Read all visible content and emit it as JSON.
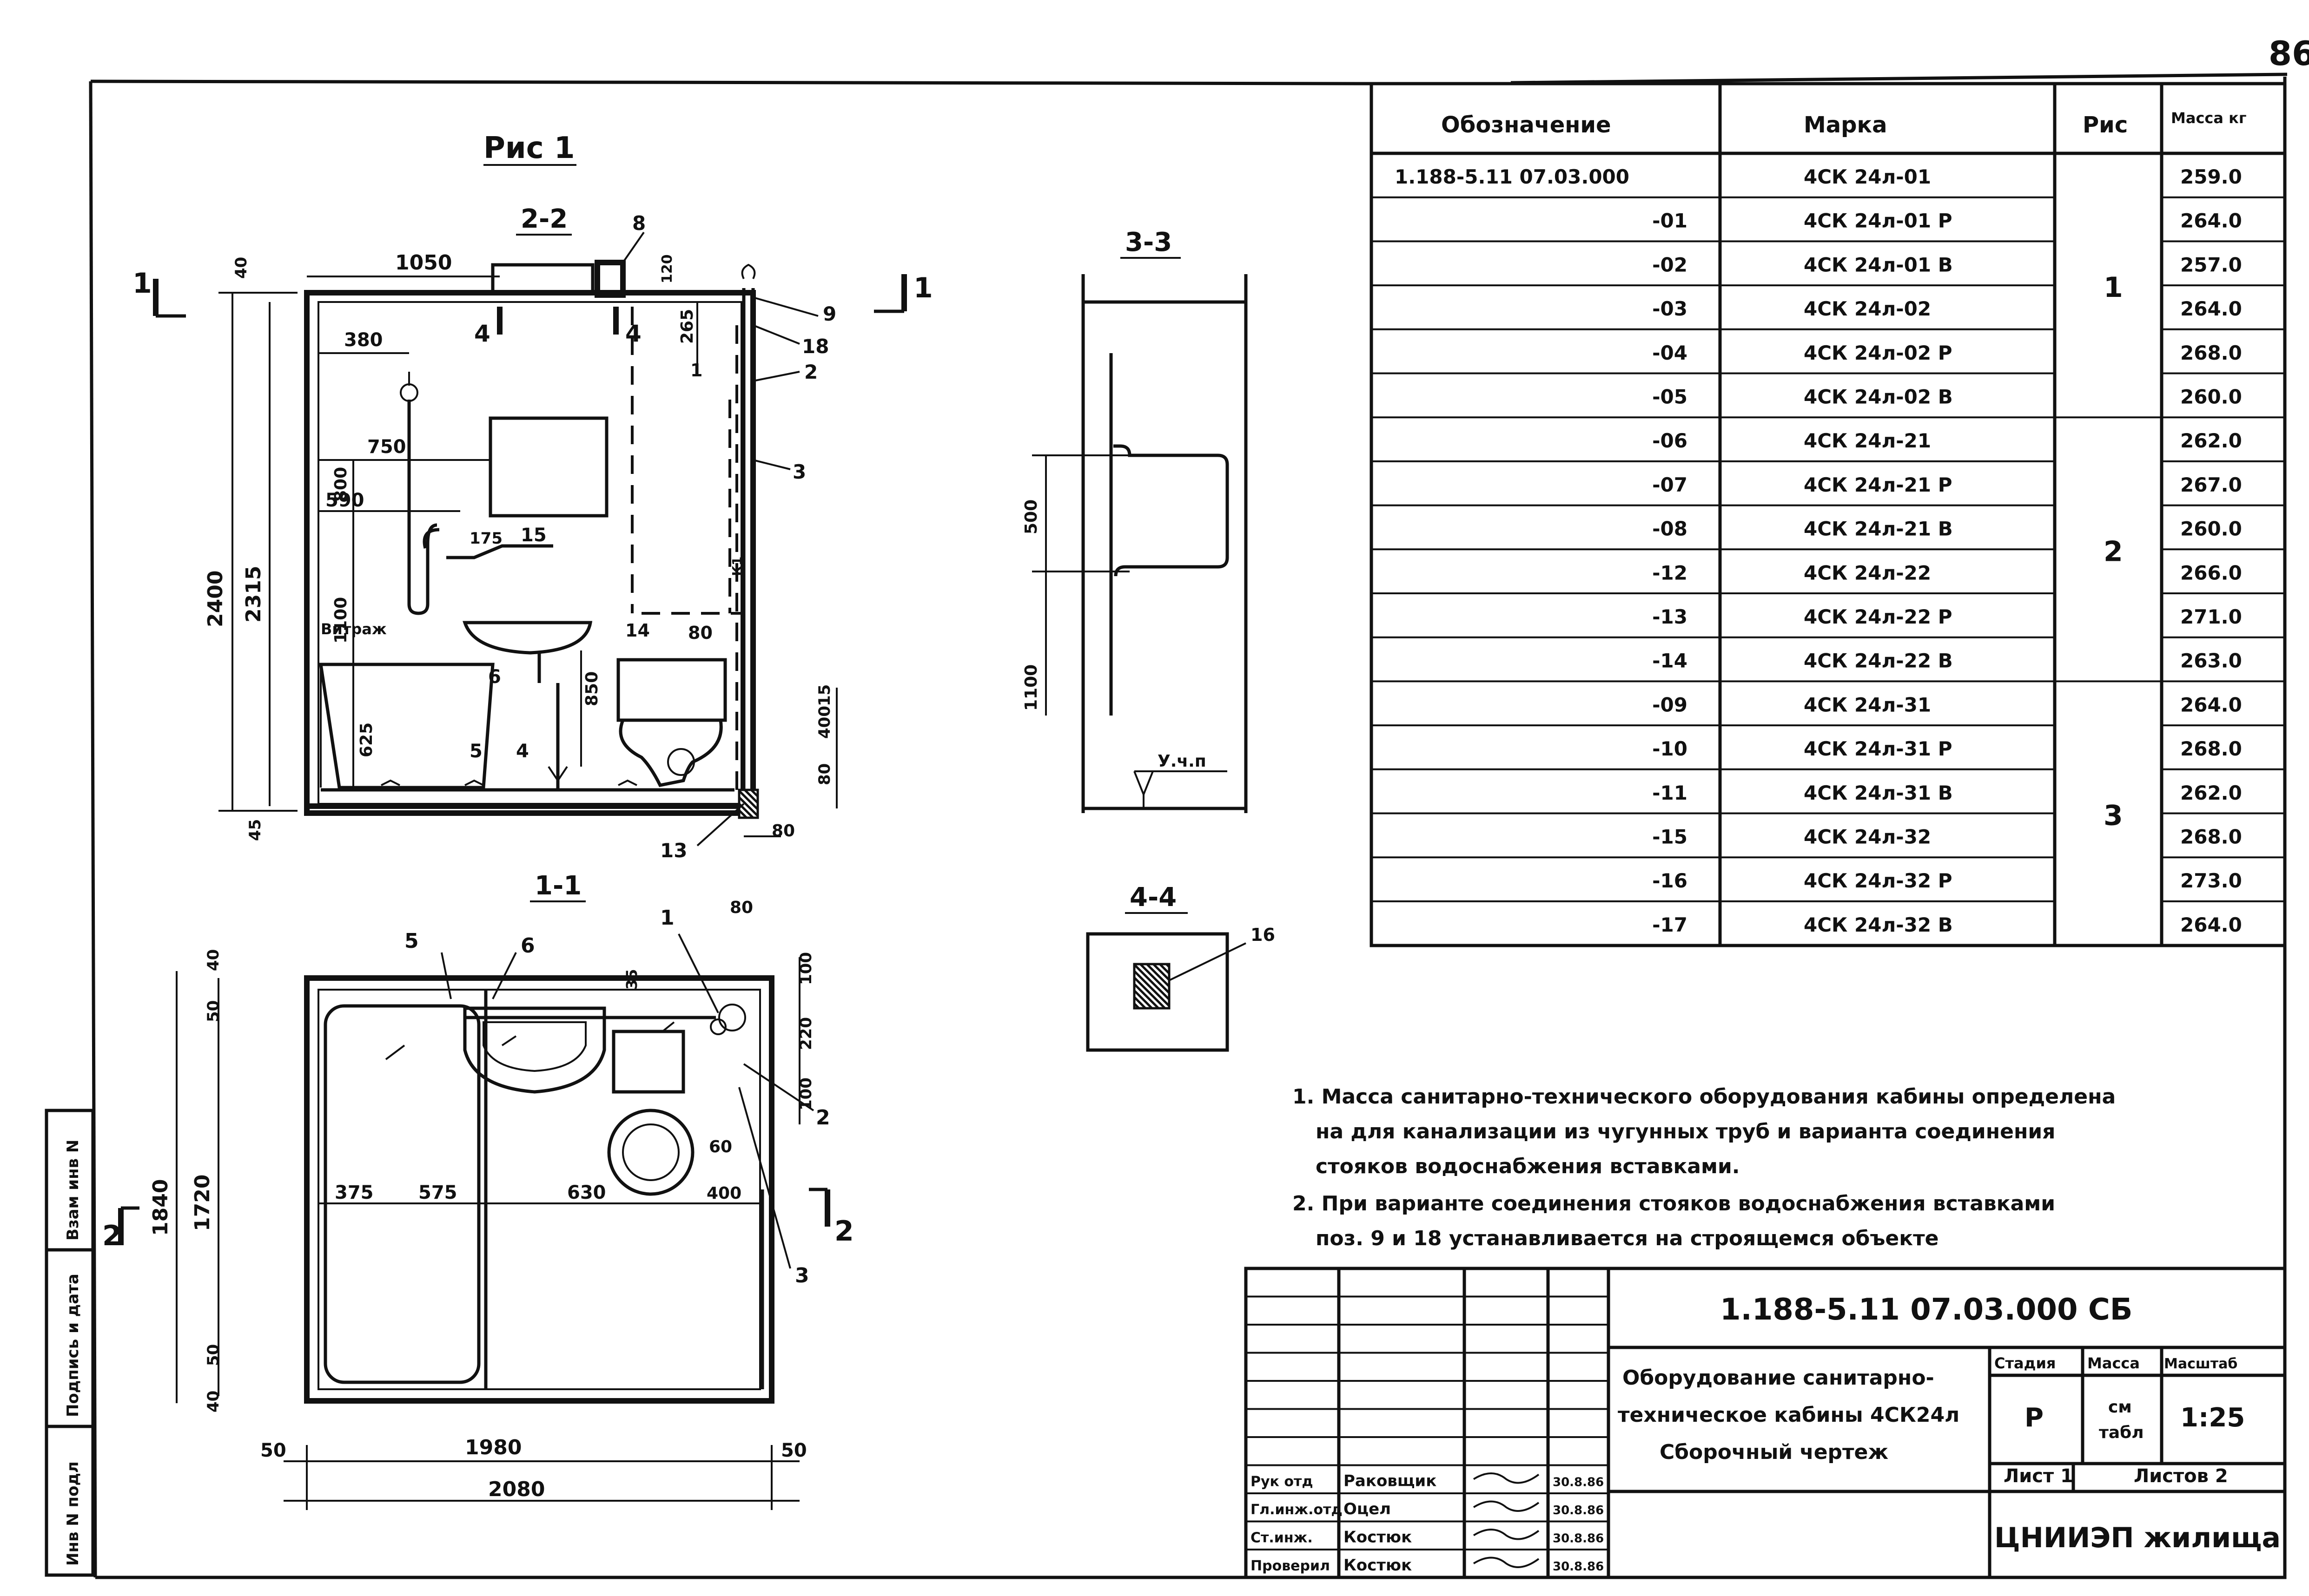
{
  "page_number": "86",
  "figure_title": "Рис 1",
  "section_labels": {
    "s22": "2-2",
    "s33": "3-3",
    "s11": "1-1",
    "s44": "4-4",
    "cut1_left": "1",
    "cut1_right": "1",
    "cut4_left": "4",
    "cut4_right": "4",
    "cut2_left": "2",
    "cut2_right": "2"
  },
  "view22": {
    "dims": [
      "1050",
      "380",
      "750",
      "800",
      "590",
      "1100",
      "625",
      "2400",
      "2315",
      "40",
      "45",
      "120",
      "265",
      "175",
      "850",
      "400",
      "80",
      "15",
      "300",
      "80"
    ],
    "labels": [
      "8",
      "9",
      "18",
      "2",
      "3",
      "1",
      "15",
      "14",
      "6",
      "5",
      "4",
      "13",
      "Витраж",
      "К1"
    ]
  },
  "view33": {
    "dims": [
      "500",
      "1100"
    ],
    "level_mark": "У.ч.п"
  },
  "view11": {
    "dims": [
      "40",
      "50",
      "100",
      "220",
      "100",
      "1840",
      "1720",
      "50",
      "40",
      "375",
      "575",
      "630",
      "60",
      "400",
      "35",
      "80",
      "50",
      "1980",
      "50",
      "2080"
    ],
    "labels": [
      "5",
      "6",
      "1",
      "2",
      "3"
    ]
  },
  "view44": {
    "labels": [
      "16"
    ]
  },
  "table": {
    "headers": [
      "Обозначение",
      "Марка",
      "Рис",
      "Масса кг"
    ],
    "rows": [
      {
        "designation": "1.188-5.11      07.03.000",
        "mark": "4СК 24л-01",
        "mass": "259.0"
      },
      {
        "designation": "-01",
        "mark": "4СК 24л-01 Р",
        "mass": "264.0"
      },
      {
        "designation": "-02",
        "mark": "4СК 24л-01 В",
        "mass": "257.0"
      },
      {
        "designation": "-03",
        "mark": "4СК 24л-02",
        "mass": "264.0"
      },
      {
        "designation": "-04",
        "mark": "4СК 24л-02 Р",
        "mass": "268.0"
      },
      {
        "designation": "-05",
        "mark": "4СК 24л-02 В",
        "mass": "260.0"
      },
      {
        "designation": "-06",
        "mark": "4СК 24л-21",
        "mass": "262.0"
      },
      {
        "designation": "-07",
        "mark": "4СК 24л-21 Р",
        "mass": "267.0"
      },
      {
        "designation": "-08",
        "mark": "4СК 24л-21 В",
        "mass": "260.0"
      },
      {
        "designation": "-12",
        "mark": "4СК 24л-22",
        "mass": "266.0"
      },
      {
        "designation": "-13",
        "mark": "4СК 24л-22 Р",
        "mass": "271.0"
      },
      {
        "designation": "-14",
        "mark": "4СК 24л-22 В",
        "mass": "263.0"
      },
      {
        "designation": "-09",
        "mark": "4СК 24л-31",
        "mass": "264.0"
      },
      {
        "designation": "-10",
        "mark": "4СК 24л-31 Р",
        "mass": "268.0"
      },
      {
        "designation": "-11",
        "mark": "4СК 24л-31 В",
        "mass": "262.0"
      },
      {
        "designation": "-15",
        "mark": "4СК 24л-32",
        "mass": "268.0"
      },
      {
        "designation": "-16",
        "mark": "4СК 24л-32 Р",
        "mass": "273.0"
      },
      {
        "designation": "-17",
        "mark": "4СК 24л-32 В",
        "mass": "264.0"
      }
    ],
    "fig_groups": [
      "1",
      "2",
      "3"
    ]
  },
  "notes": [
    "1. Масса санитарно-технического оборудования кабины определена",
    "на для канализации из чугунных труб и варианта соединения",
    "стояков водоснабжения вставками.",
    "2. При варианте соединения стояков водоснабжения вставками",
    "поз. 9 и 18 устанавливается на строящемся объекте"
  ],
  "side_stamp": [
    "Взам инв N",
    "Подпись и дата",
    "Инв N подл"
  ],
  "title_block": {
    "code": "1.188-5.11     07.03.000 СБ",
    "name_lines": [
      "Оборудование санитарно-",
      "техническое кабины 4СК24л",
      "Сборочный чертеж"
    ],
    "stage_header": "Стадия",
    "mass_header": "Масса",
    "scale_header": "Масштаб",
    "stage": "Р",
    "mass_value_1": "см",
    "mass_value_2": "табл",
    "scale": "1:25",
    "sheet": "Лист 1",
    "sheets": "Листов 2",
    "org": "ЦНИИЭП жилища",
    "signatures": [
      {
        "role": "Рук отд",
        "name": "Раковщик",
        "date": "30.8.86"
      },
      {
        "role": "Гл.инж.отд",
        "name": "Оцел",
        "date": "30.8.86"
      },
      {
        "role": "Ст.инж.",
        "name": "Костюк",
        "date": "30.8.86"
      },
      {
        "role": "Проверил",
        "name": "Костюк",
        "date": "30.8.86"
      }
    ]
  }
}
